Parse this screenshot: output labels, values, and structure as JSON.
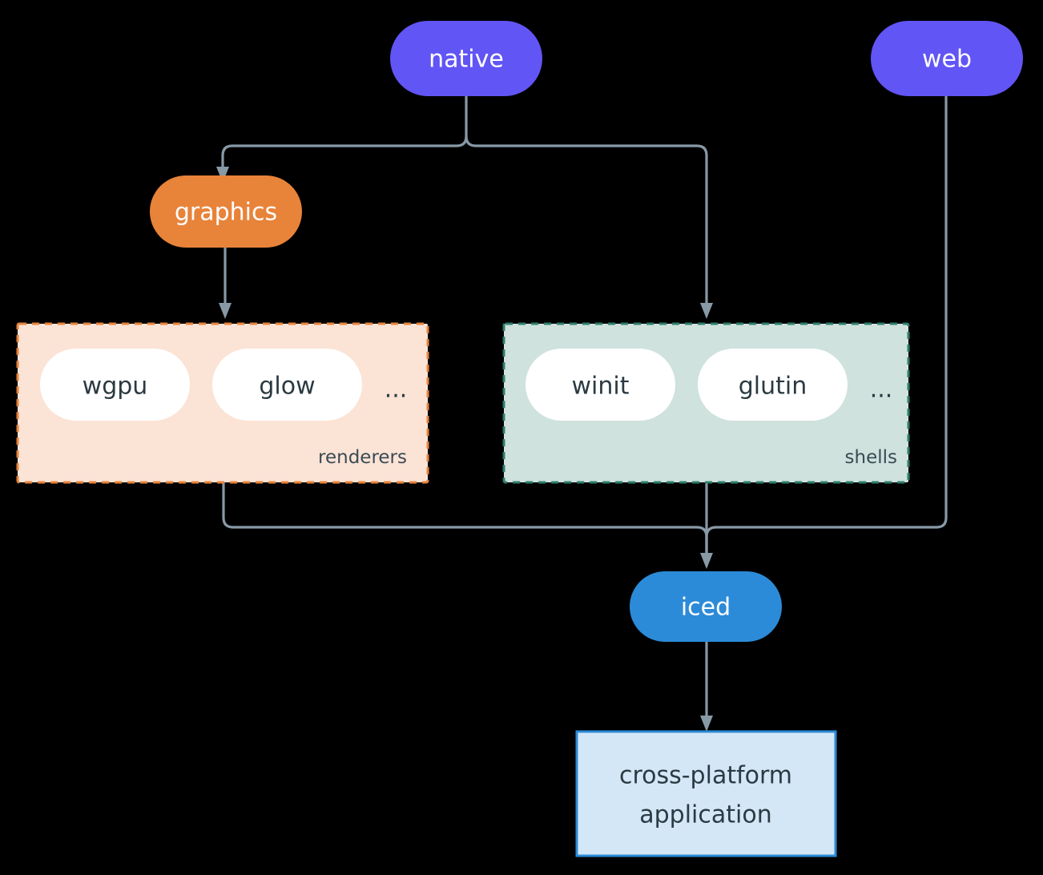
{
  "diagram": {
    "title": "iced architecture flow diagram",
    "background_color": "#000000",
    "edge_color": "#8899A6",
    "nodes": [
      {
        "id": "native",
        "label": "native",
        "shape": "pill",
        "fill": "#6155F5",
        "text_color": "#FFFFFF"
      },
      {
        "id": "web",
        "label": "web",
        "shape": "pill",
        "fill": "#6155F5",
        "text_color": "#FFFFFF"
      },
      {
        "id": "graphics",
        "label": "graphics",
        "shape": "pill",
        "fill": "#E8833A",
        "text_color": "#FFFFFF"
      },
      {
        "id": "iced",
        "label": "iced",
        "shape": "pill",
        "fill": "#2B8BD8",
        "text_color": "#FFFFFF"
      }
    ],
    "groups": [
      {
        "id": "renderers",
        "caption": "renderers",
        "fill": "#FBE3D5",
        "border_color": "#E8833A",
        "border_style": "dashed",
        "items": [
          {
            "id": "wgpu",
            "label": "wgpu",
            "fill": "#FFFFFF",
            "text_color": "#2B3A42"
          },
          {
            "id": "glow",
            "label": "glow",
            "fill": "#FFFFFF",
            "text_color": "#2B3A42"
          }
        ],
        "overflow_label": "..."
      },
      {
        "id": "shells",
        "caption": "shells",
        "fill": "#CFE2DD",
        "border_color": "#2E7D6B",
        "border_style": "dashed",
        "items": [
          {
            "id": "winit",
            "label": "winit",
            "fill": "#FFFFFF",
            "text_color": "#2B3A42"
          },
          {
            "id": "glutin",
            "label": "glutin",
            "fill": "#FFFFFF",
            "text_color": "#2B3A42"
          }
        ],
        "overflow_label": "..."
      }
    ],
    "output": {
      "id": "cross-platform-application",
      "shape": "rectangle",
      "line1": "cross-platform",
      "line2": "application",
      "fill": "#D4E7F7",
      "border_color": "#2B8BD8",
      "text_color": "#2B3A42"
    },
    "edges": [
      {
        "from": "native",
        "to": "graphics"
      },
      {
        "from": "native",
        "to": "shells"
      },
      {
        "from": "graphics",
        "to": "renderers"
      },
      {
        "from": "renderers",
        "to": "iced"
      },
      {
        "from": "shells",
        "to": "iced"
      },
      {
        "from": "web",
        "to": "iced"
      },
      {
        "from": "iced",
        "to": "cross-platform-application"
      }
    ]
  }
}
